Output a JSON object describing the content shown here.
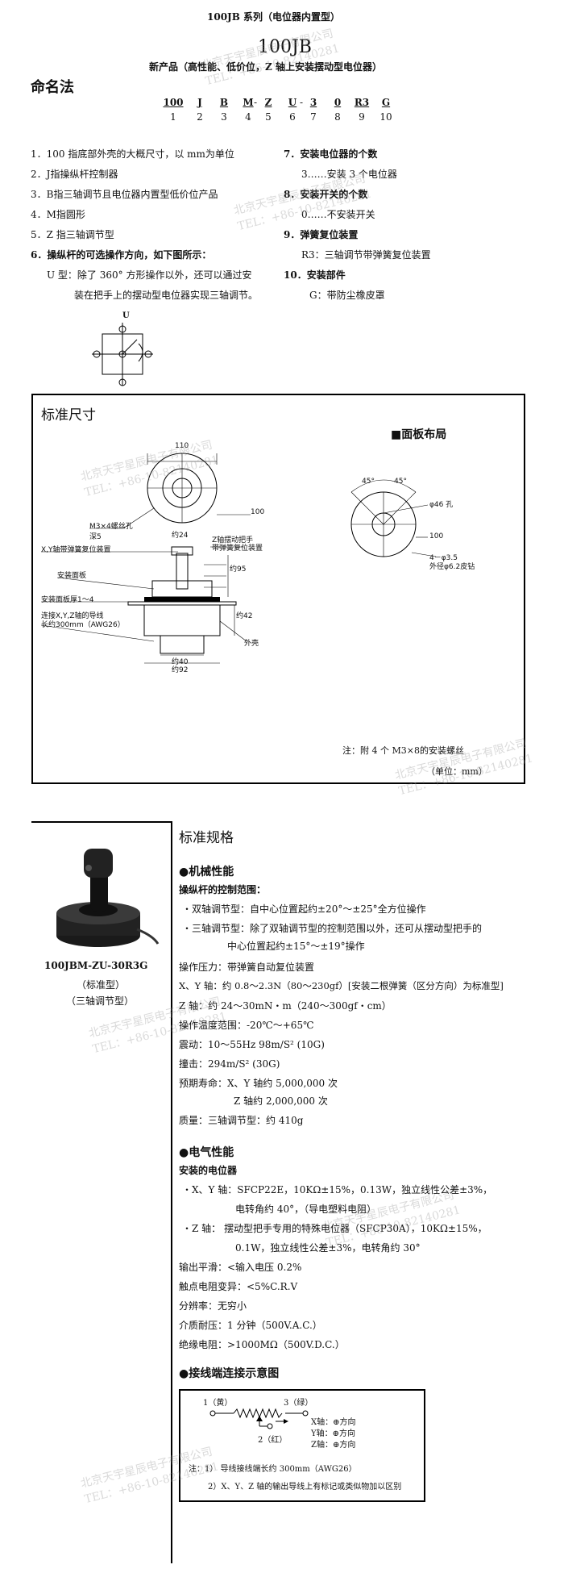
{
  "header": {
    "series": "100JB 系列（电位器内置型）",
    "model": "100JB",
    "subtitle": "新产品（高性能、低价位，Z 轴上安装摆动型电位器）"
  },
  "naming": {
    "title": "命名法",
    "codes": [
      "100",
      "J",
      "B",
      "M",
      "-",
      "Z",
      "U",
      "-",
      "3",
      "0",
      "R3",
      "G"
    ],
    "numbers": [
      "1",
      "2",
      "3",
      "4",
      "5",
      "6",
      "7",
      "8",
      "9",
      "10"
    ],
    "left_items": [
      "1．100 指底部外壳的大概尺寸，以 mm为单位",
      "2．J指操纵杆控制器",
      "3．B指三轴调节且电位器内置型低价位产品",
      "4．M指圆形",
      "5．Z 指三轴调节型",
      "6．操纵杆的可选操作方向，如下图所示：",
      "U 型：除了 360° 方形操作以外，还可以通过安",
      "装在把手上的摆动型电位器实现三轴调节。"
    ],
    "right_items": [
      "7．安装电位器的个数",
      "3……安装 3 个电位器",
      "8．安装开关的个数",
      "0……不安装开关",
      "9．弹簧复位装置",
      "R3：三轴调节带弹簧复位装置",
      "10．安装部件",
      "G：带防尘橡皮罩"
    ],
    "direction_label": "U"
  },
  "dimensions": {
    "title": "标准尺寸",
    "panel_title": "■面板布局",
    "labels": {
      "d110": "110",
      "d100": "100",
      "screw": "M3×4螺丝孔",
      "depth": "深5",
      "approx24": "约24",
      "xy_spring": "X,Y轴带弹簧复位装置",
      "z_handle": "Z轴摆动把手",
      "z_spring": "带弹簧复位装置",
      "mount_panel": "安装面板",
      "panel_thick": "安装面板厚1～4",
      "wires": "连接X,Y,Z轴的导线",
      "wire_len": "长约300mm（AWG26）",
      "approx40": "约40",
      "approx92": "约92",
      "shell": "外壳",
      "approx42": "约42",
      "approx95": "约95",
      "d46": "φ46 孔",
      "p100": "100",
      "holes": "4－φ3.5",
      "outer": "外径φ6.2皮钻",
      "ang45a": "45°",
      "ang45b": "45°",
      "note": "注：附 4 个 M3×8的安装螺丝",
      "unit": "（单位：mm）"
    }
  },
  "product": {
    "name": "100JBM-ZU-30R3G",
    "type1": "（标准型）",
    "type2": "（三轴调节型）"
  },
  "specs": {
    "title": "标准规格",
    "mech_title": "●机械性能",
    "mech": [
      "操纵杆的控制范围：",
      "・双轴调节型：自中心位置起约±20°～±25°全方位操作",
      "・三轴调节型：除了双轴调节型的控制范围以外，还可从摆动型把手的",
      "中心位置起约±15°～±19°操作",
      "操作压力：带弹簧自动复位装置",
      "X、Y 轴：约 0.8～2.3N（80～230gf）[安装二根弹簧（区分方向）为标准型]",
      "Z 轴：约 24～30mN・m（240～300gf・cm）",
      "操作温度范围：-20℃～+65℃",
      "震动：10～55Hz 98m/S² (10G)",
      "撞击：294m/S² (30G)",
      "预期寿命：X、Y 轴约 5,000,000 次",
      "Z 轴约 2,000,000 次",
      "质量：三轴调节型：约 410g"
    ],
    "elec_title": "●电气性能",
    "elec": [
      "安装的电位器",
      "・X、Y 轴：SFCP22E，10KΩ±15%，0.13W，独立线性公差±3%，",
      "电转角约 40°，（导电塑料电阻）",
      "・Z 轴：  摆动型把手专用的特殊电位器（SFCP30A），10KΩ±15%，",
      "0.1W，独立线性公差±3%，电转角约 30°",
      "输出平滑：<输入电压 0.2%",
      "触点电阻变异：<5%C.R.V",
      "分辨率：无穷小",
      "介质耐压：1 分钟（500V.A.C.）",
      "绝缘电阻：>1000MΩ（500V.D.C.）"
    ],
    "wiring_title": "●接线端连接示意图"
  },
  "wiring": {
    "p1": "1（黄）",
    "p3": "3（绿）",
    "p2": "2（红）",
    "xdir": "X轴：⊕方向",
    "ydir": "Y轴：⊕方向",
    "zdir": "Z轴：⊕方向",
    "note1": "注：1） 导线接线端长约 300mm（AWG26）",
    "note2": "2）X、Y、Z 轴的输出导线上有标记或类似物加以区别"
  },
  "watermark": {
    "company": "北京天宇星辰电子有限公司",
    "tel": "TEL：+86-10-82140281"
  }
}
